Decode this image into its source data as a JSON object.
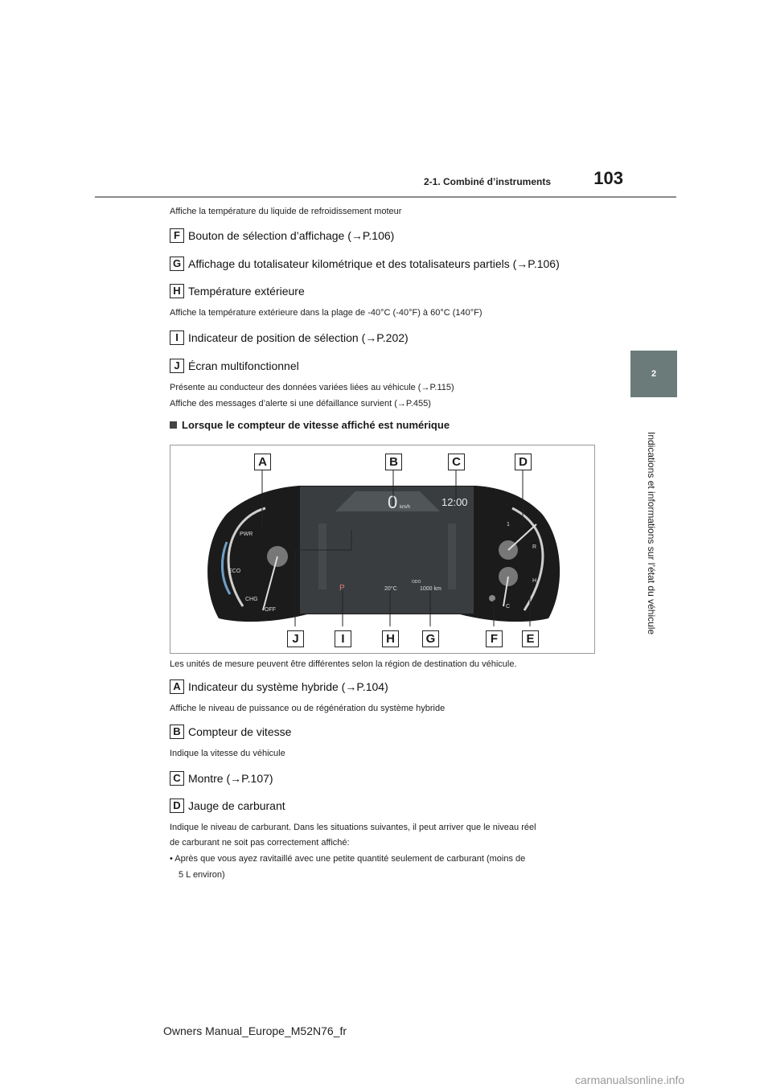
{
  "header": {
    "page_number": "103",
    "section_title": "2-1. Combiné d’instruments"
  },
  "side_tab": {
    "chapter": "2",
    "title": "Indications et informations sur l’état du véhicule"
  },
  "intro_text": "Affiche la température du liquide de refroidissement moteur",
  "items_top": [
    {
      "letter": "F",
      "label": "Bouton de sélection d’affichage (→P.106)",
      "desc": []
    },
    {
      "letter": "G",
      "label": "Affichage du totalisateur kilométrique et des totalisateurs partiels (→P.106)",
      "desc": []
    },
    {
      "letter": "H",
      "label": "Température extérieure",
      "desc": [
        "Affiche la température extérieure dans la plage de -40°C (-40°F) à 60°C (140°F)"
      ]
    },
    {
      "letter": "I",
      "label": "Indicateur de position de sélection (→P.202)",
      "desc": []
    },
    {
      "letter": "J",
      "label": "Écran multifonctionnel",
      "desc": [
        "Présente au conducteur des données variées liées au véhicule (→P.115)",
        "Affiche des messages d’alerte si une défaillance survient (→P.455)"
      ]
    }
  ],
  "section_heading": "Lorsque le compteur de vitesse affiché est numérique",
  "figure": {
    "callouts_top": [
      "A",
      "B",
      "C",
      "D"
    ],
    "callouts_bottom": [
      "J",
      "I",
      "H",
      "G",
      "F",
      "E"
    ],
    "speed_value": "0",
    "speed_unit": "km/h",
    "clock": "12:00",
    "gear": "P",
    "outside_temp": "20°C",
    "odo_label": "ODO",
    "odo_value": "1000 km",
    "gauge_left_labels": [
      "PWR",
      "ECO",
      "CHG",
      "OFF"
    ],
    "gauge_right_labels": [
      "1",
      "R",
      "H",
      "C"
    ]
  },
  "units_note": "Les unités de mesure peuvent être différentes selon la région de destination du véhicule.",
  "items_bottom": [
    {
      "letter": "A",
      "label": "Indicateur du système hybride (→P.104)",
      "desc": [
        "Affiche le niveau de puissance ou de régénération du système hybride"
      ]
    },
    {
      "letter": "B",
      "label": "Compteur de vitesse",
      "desc": [
        "Indique la vitesse du véhicule"
      ]
    },
    {
      "letter": "C",
      "label": "Montre (→P.107)",
      "desc": []
    },
    {
      "letter": "D",
      "label": "Jauge de carburant",
      "desc": []
    }
  ],
  "fuel_text": {
    "line1": "Indique le niveau de carburant. Dans les situations suivantes, il peut arriver que le niveau réel",
    "line2": "de carburant ne soit pas correctement affiché:",
    "bullet1": "• Après que vous ayez ravitaillé avec une petite quantité seulement de carburant (moins de",
    "bullet1_cont": "5 L environ)"
  },
  "footer": "Owners Manual_Europe_M52N76_fr",
  "watermark": "carmanualsonline.info"
}
